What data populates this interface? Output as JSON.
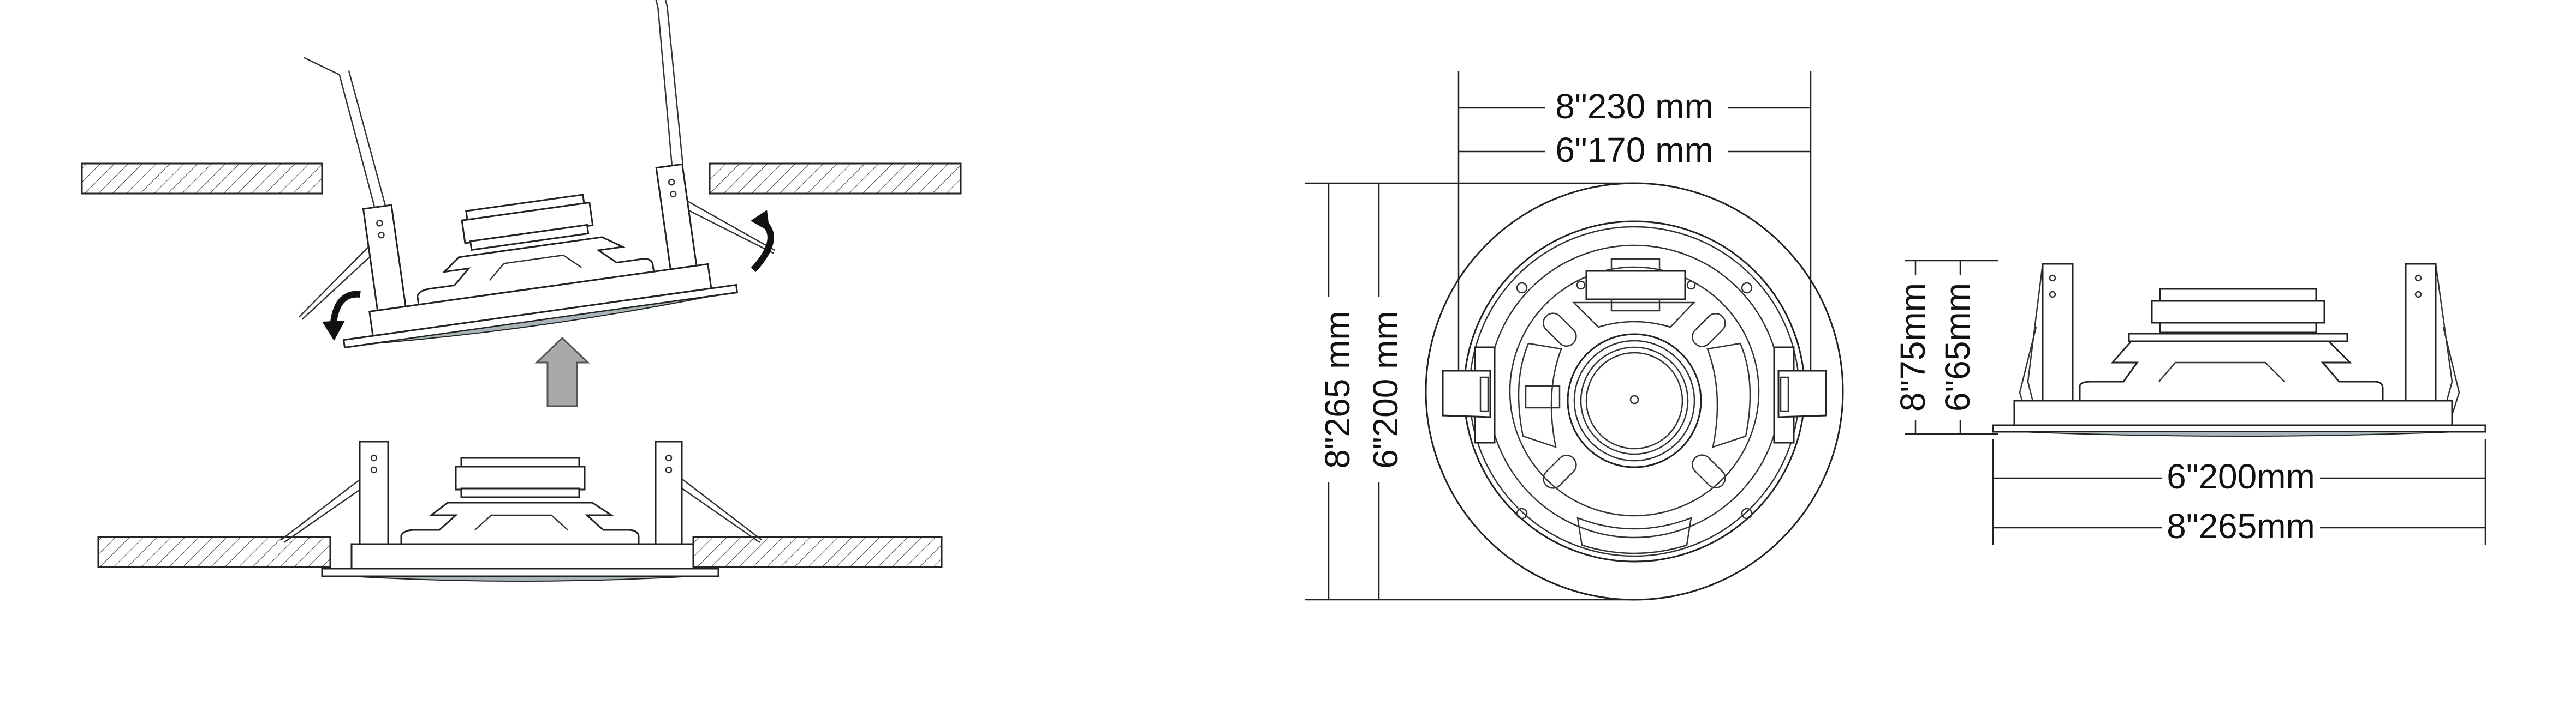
{
  "installation": {
    "arrow_fill": "#a9a9a9"
  },
  "front_view": {
    "width_8in": "8\"230 mm",
    "width_6in": "6\"170 mm",
    "height_8in": "8\"265 mm",
    "height_6in": "6\"200 mm"
  },
  "side_view": {
    "depth_8in": "8\"75mm",
    "depth_6in": "6\"65mm",
    "width_6in": "6\"200mm",
    "width_8in": "8\"265mm",
    "grille_color": "#a8b4b8"
  }
}
